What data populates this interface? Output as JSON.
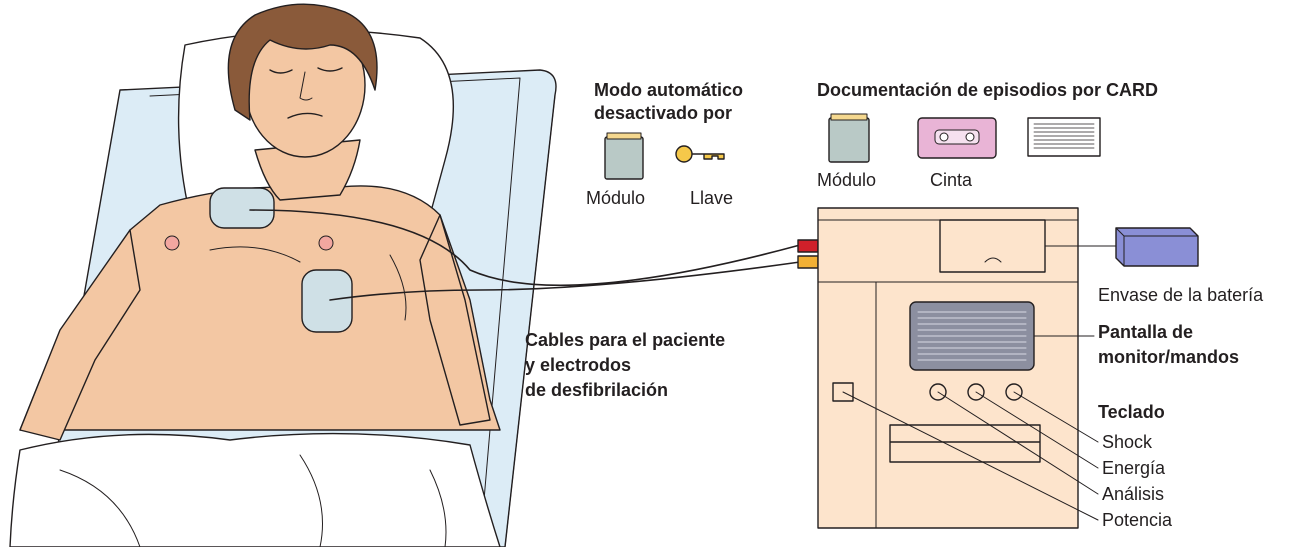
{
  "mode_heading": [
    "Modo automático",
    "desactivado por"
  ],
  "mode_items": {
    "module": "Módulo",
    "key": "Llave"
  },
  "doc_heading": "Documentación de episodios por CARD",
  "doc_items": {
    "module": "Módulo",
    "tape": "Cinta"
  },
  "battery_label": "Envase de la batería",
  "cables_label": [
    "Cables para el paciente",
    "y electrodos",
    "de desfibrilación"
  ],
  "screen_label": [
    "Pantalla de",
    "monitor/mandos"
  ],
  "keypad": {
    "heading": "Teclado",
    "keys": [
      "Shock",
      "Energía",
      "Análisis",
      "Potencia"
    ]
  },
  "colors": {
    "skin": "#f3c7a3",
    "sheet": "#dcecf6",
    "pillow": "#ffffff",
    "hair": "#8a5a3a",
    "electrode": "#cfe0e6",
    "device": "#fde4cc",
    "battery": "#8a8fd6",
    "tape": "#e9b4d6",
    "lead_red": "#d0202a",
    "lead_yellow": "#f2b035"
  }
}
